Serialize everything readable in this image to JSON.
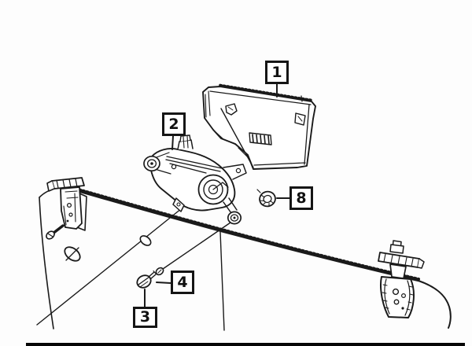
{
  "callouts": {
    "c1": {
      "label": "1"
    },
    "c2": {
      "label": "2"
    },
    "c8": {
      "label": "8"
    },
    "c4": {
      "label": "4"
    },
    "c3": {
      "label": "3"
    }
  },
  "colors": {
    "background": "#fdfdfd",
    "line": "#1a1a1a",
    "callout_border": "#151515",
    "callout_text": "#111111",
    "bottom_bar": "#060606"
  }
}
